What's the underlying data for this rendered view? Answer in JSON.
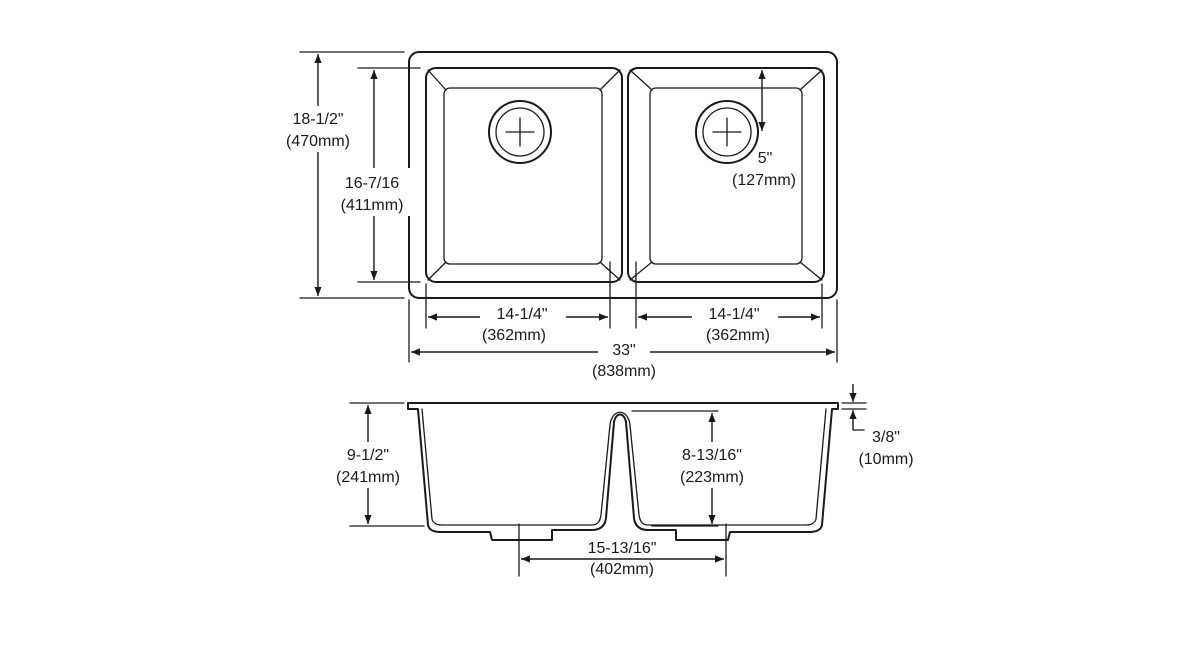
{
  "dimensions": {
    "overall_depth": {
      "value": "18-1/2\"",
      "metric": "(470mm)"
    },
    "bowl_depth": {
      "value": "16-7/16",
      "metric": "(411mm)"
    },
    "drain_offset": {
      "value": "5\"",
      "metric": "(127mm)"
    },
    "left_bowl_width": {
      "value": "14-1/4\"",
      "metric": "(362mm)"
    },
    "right_bowl_width": {
      "value": "14-1/4\"",
      "metric": "(362mm)"
    },
    "overall_width": {
      "value": "33\"",
      "metric": "(838mm)"
    },
    "sink_height": {
      "value": "9-1/2\"",
      "metric": "(241mm)"
    },
    "divider_height": {
      "value": "8-13/16\"",
      "metric": "(223mm)"
    },
    "rim_thickness": {
      "value": "3/8\"",
      "metric": "(10mm)"
    },
    "drain_spacing": {
      "value": "15-13/16\"",
      "metric": "(402mm)"
    }
  }
}
